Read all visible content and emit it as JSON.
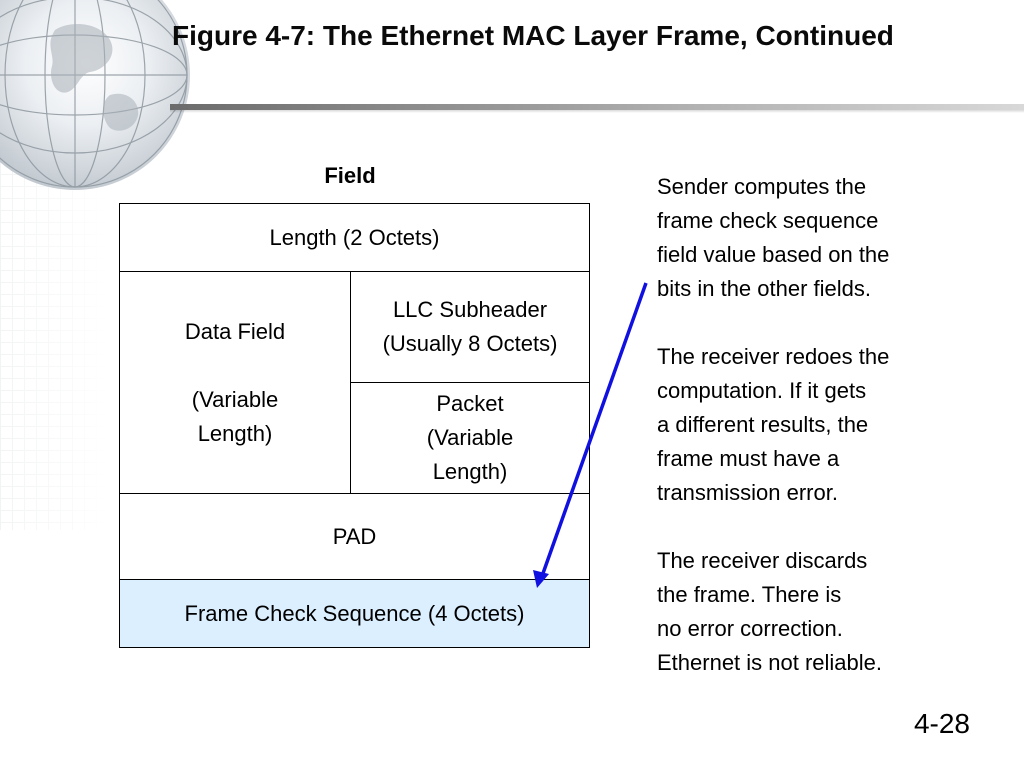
{
  "slide": {
    "title": "Figure 4-7: The Ethernet MAC Layer Frame, Continued",
    "number": "4-28"
  },
  "diagram": {
    "header": "Field",
    "rows": {
      "length": "Length (2 Octets)",
      "data_field": "Data Field",
      "data_field_sub": "(Variable Length)",
      "llc": "LLC Subheader (Usually 8 Octets)",
      "packet": "Packet (Variable Length)",
      "pad": "PAD",
      "fcs": "Frame Check Sequence (4 Octets)"
    },
    "colors": {
      "fcs_fill": "#dcefff",
      "arrow": "#1010e0"
    }
  },
  "notes": [
    "Sender computes the\nframe check sequence\nfield value based on the\nbits in the other fields.",
    "The receiver redoes the\ncomputation. If it gets\na different results, the\nframe must have a\ntransmission error.",
    "The receiver discards\nthe frame. There is\nno error correction.\nEthernet is not reliable."
  ]
}
